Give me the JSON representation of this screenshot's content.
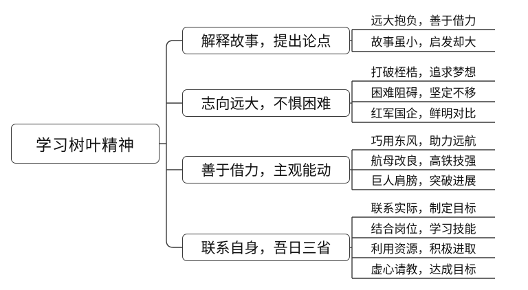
{
  "root": {
    "label": "学习树叶精神"
  },
  "branches": [
    {
      "label": "解释故事，提出论点",
      "leaves": [
        "远大抱负，善于借力",
        "故事虽小，启发却大"
      ]
    },
    {
      "label": "志向远大，不惧困难",
      "leaves": [
        "打破桎梏，追求梦想",
        "困难阻碍，坚定不移",
        "红军国企，鲜明对比"
      ]
    },
    {
      "label": "善于借力，主观能动",
      "leaves": [
        "巧用东风，助力远航",
        "航母改良，高铁技强",
        "巨人肩膀，突破进展"
      ]
    },
    {
      "label": "联系自身，吾日三省",
      "leaves": [
        "联系实际，制定目标",
        "结合岗位，学习技能",
        "利用资源，积极进取",
        "虚心请教，达成目标"
      ]
    }
  ],
  "colors": {
    "line": "#3a3a3a",
    "text": "#111111"
  }
}
